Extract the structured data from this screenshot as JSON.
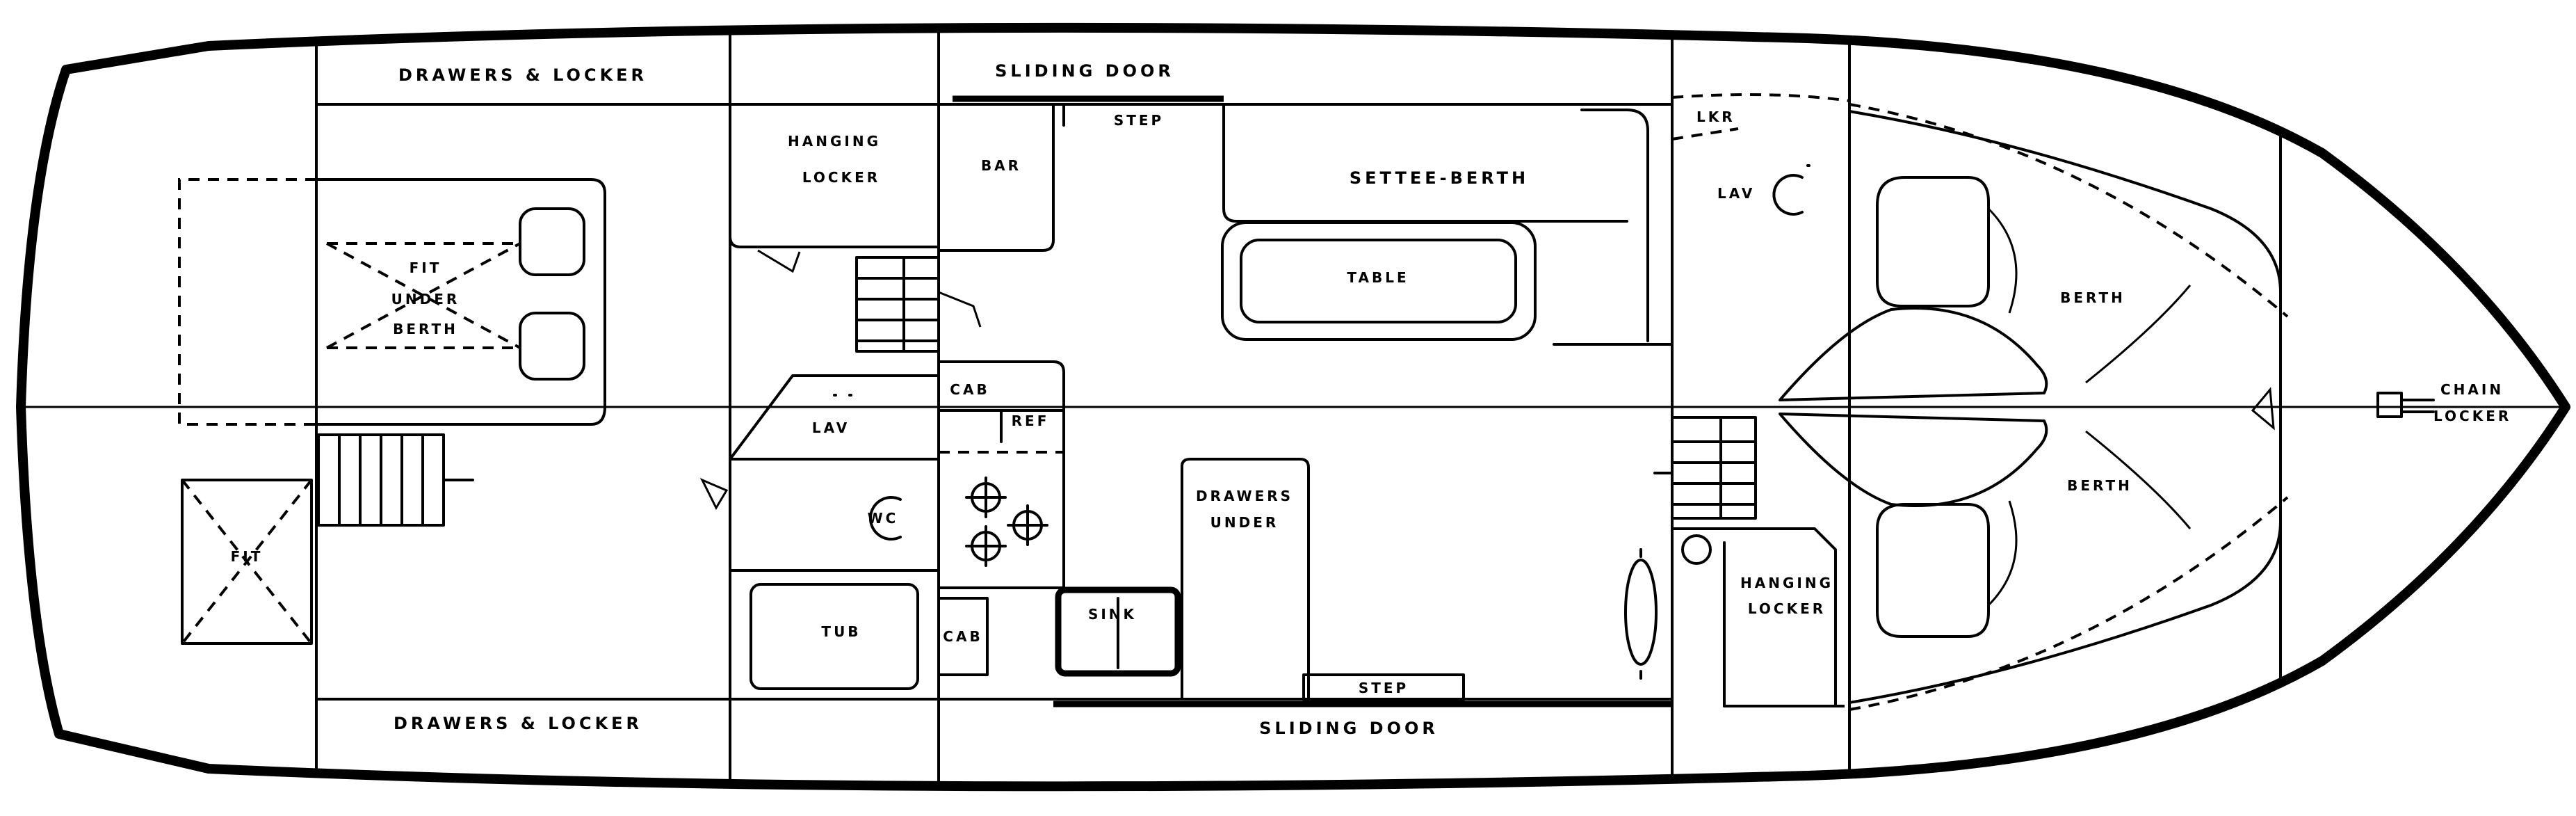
{
  "labels": {
    "drawers_locker_top": "DRAWERS & LOCKER",
    "sliding_door_top": "SLIDING DOOR",
    "step_top": "STEP",
    "hanging_locker_aft_1": "HANGING",
    "hanging_locker_aft_2": "LOCKER",
    "bar": "BAR",
    "settee_berth": "SETTEE-BERTH",
    "table": "TABLE",
    "fwd_lkr": "LKR",
    "fwd_lav": "LAV",
    "berth_upper": "BERTH",
    "berth_lower": "BERTH",
    "chain_1": "CHAIN",
    "chain_2": "LOCKER",
    "fit_under_1": "FIT",
    "fit_under_2": "UNDER",
    "fit_under_3": "BERTH",
    "cab_upper": "CAB",
    "ref": "REF",
    "lav_aft": "LAV",
    "fit_aft": "FIT",
    "wc": "WC",
    "drawers_under_1": "DRAWERS",
    "drawers_under_2": "UNDER",
    "tub": "TUB",
    "cab_lower": "CAB",
    "sink": "SINK",
    "step_bottom": "STEP",
    "hanging_locker_fwd_1": "HANGING",
    "hanging_locker_fwd_2": "LOCKER",
    "drawers_locker_bottom": "DRAWERS & LOCKER",
    "sliding_door_bottom": "SLIDING DOOR"
  }
}
